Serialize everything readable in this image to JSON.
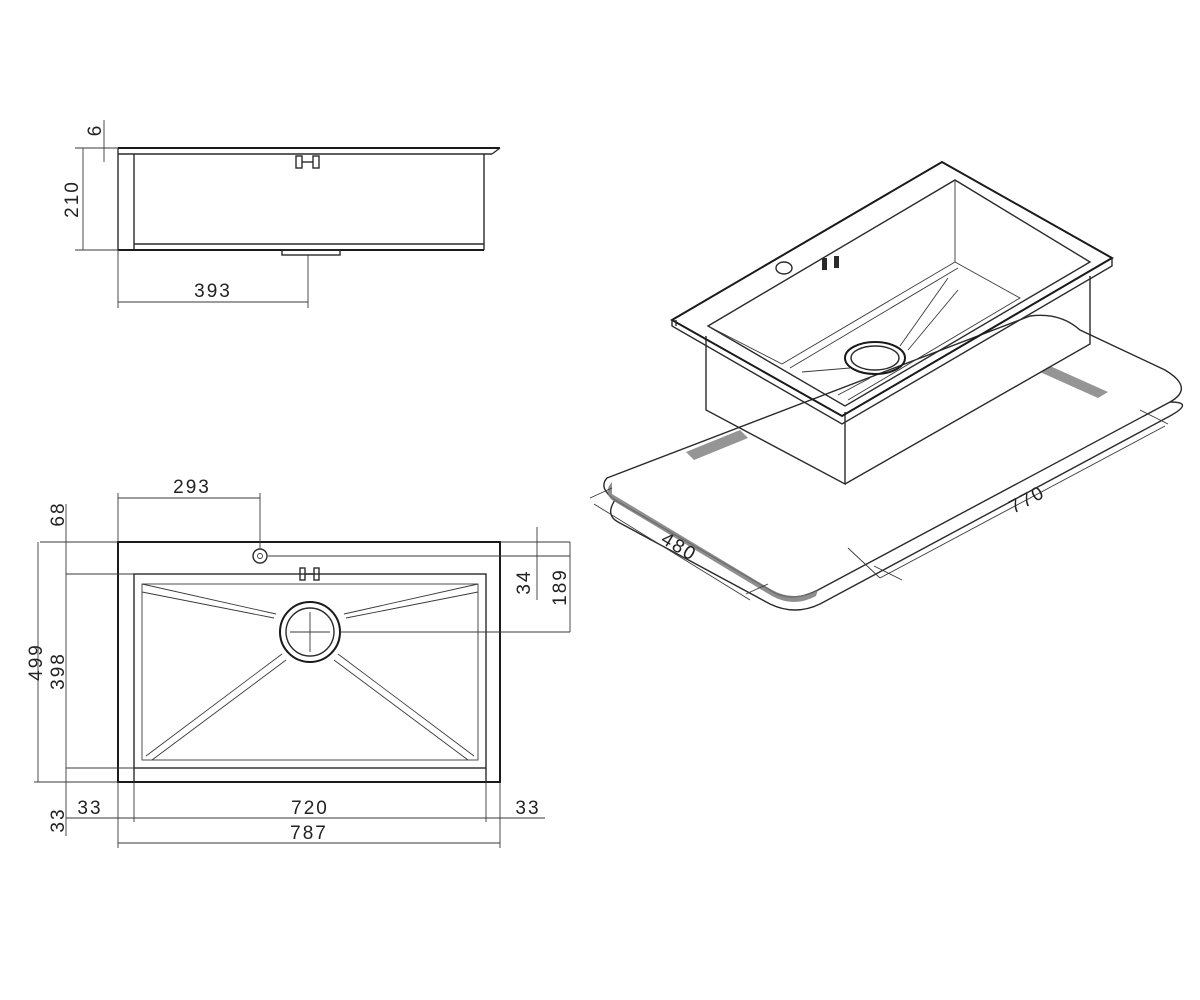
{
  "colors": {
    "line": "#2a2a2a",
    "background": "#ffffff",
    "worktop_strip": "#7a7a7a"
  },
  "side_view": {
    "dims": {
      "rim": "6",
      "depth": "210",
      "drain_offset": "393"
    }
  },
  "top_view": {
    "dims": {
      "tap_hole_offset": "293",
      "rim_top": "68",
      "tap_to_edge": "34",
      "drain_to_edge": "189",
      "overall_depth": "499",
      "bowl_depth": "398",
      "rim_bottom": "33",
      "rim_left": "33",
      "bowl_width": "720",
      "rim_right": "33",
      "overall_width": "787"
    }
  },
  "iso_view": {
    "dims": {
      "cutout_depth": "480",
      "cutout_width": "770"
    }
  }
}
